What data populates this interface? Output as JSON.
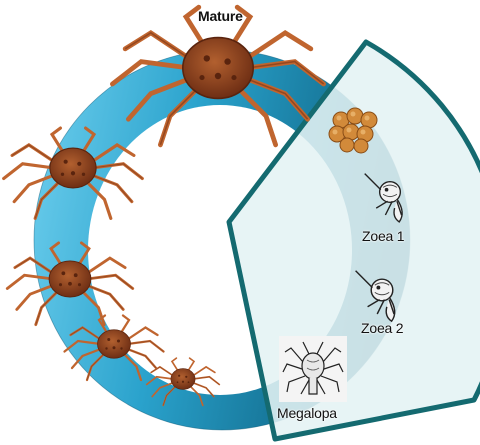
{
  "stages": {
    "mature": "Mature",
    "zoea1": "Zoea 1",
    "zoea2": "Zoea 2",
    "megalopa": "Megalopa"
  },
  "colors": {
    "ring_light": "#5cc3e6",
    "ring_dark": "#0e6d8c",
    "panel_fill": "#e7f3f5",
    "panel_stroke": "#15676e",
    "crab_body": "#8a3e1e",
    "crab_leg": "#c1622c",
    "egg": "#d28a3a"
  },
  "icons": [
    "crab-illustration",
    "egg-cluster",
    "larva-illustration",
    "megalopa-illustration"
  ]
}
